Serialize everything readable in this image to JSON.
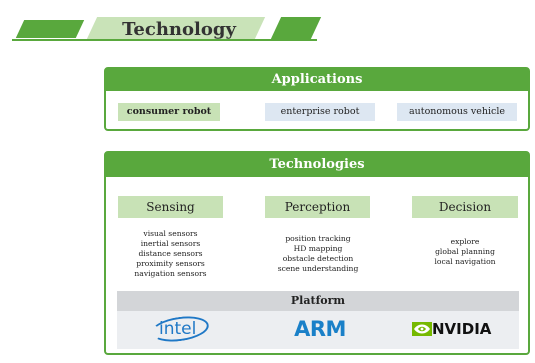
{
  "header": {
    "title": "Technology"
  },
  "applications": {
    "title": "Applications",
    "items": [
      "consumer robot",
      "enterprise robot",
      "autonomous vehicle"
    ]
  },
  "technologies": {
    "title": "Technologies",
    "categories": [
      {
        "name": "Sensing",
        "items": [
          "visual sensors",
          "inertial sensors",
          "distance sensors",
          "proximity sensors",
          "navigation sensors"
        ]
      },
      {
        "name": "Perception",
        "items": [
          "position tracking",
          "HD mapping",
          "obstacle detection",
          "scene understanding"
        ]
      },
      {
        "name": "Decision",
        "items": [
          "explore",
          "global planning",
          "local navigation"
        ]
      }
    ]
  },
  "platform": {
    "title": "Platform",
    "logos": [
      "intel",
      "ARM",
      "NVIDIA"
    ]
  },
  "colors": {
    "accent": "#59a83d",
    "light_green": "#c8e2b6",
    "light_blue": "#dde7f2",
    "logo_blue": "#1f78c6",
    "nvidia_green": "#76b900"
  },
  "icons": [
    "intel-logo",
    "arm-logo",
    "nvidia-logo"
  ]
}
